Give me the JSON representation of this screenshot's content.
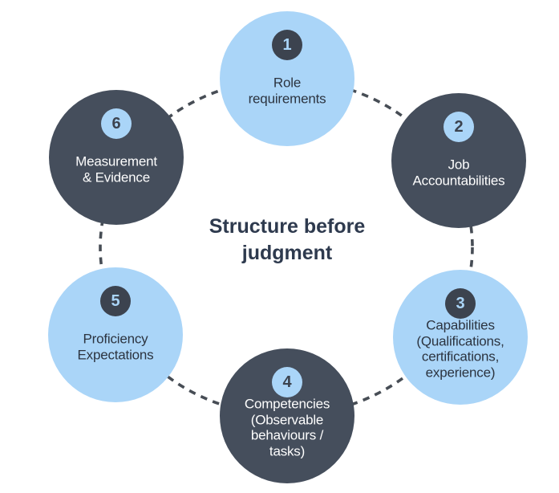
{
  "diagram": {
    "title": "Structure before\njudgment",
    "steps": [
      {
        "number": "1",
        "label": "Role\nrequirements",
        "variant": "light"
      },
      {
        "number": "2",
        "label": "Job\nAccountabilities",
        "variant": "dark"
      },
      {
        "number": "3",
        "label": "Capabilities\n(Qualifications,\ncertifications,\nexperience)",
        "variant": "light"
      },
      {
        "number": "4",
        "label": "Competencies\n(Observable\nbehaviours / tasks)",
        "variant": "dark"
      },
      {
        "number": "5",
        "label": "Proficiency\nExpectations",
        "variant": "light"
      },
      {
        "number": "6",
        "label": "Measurement\n& Evidence",
        "variant": "dark"
      }
    ]
  },
  "colors": {
    "light_blue": "#aad5f8",
    "dark_slate": "#454e5c",
    "badge_dark": "#3c434f",
    "text_dark": "#2c3440",
    "text_light": "#fdfdfd",
    "title_color": "#2e3a4e",
    "connector": "#474d55",
    "background": "#ffffff"
  }
}
